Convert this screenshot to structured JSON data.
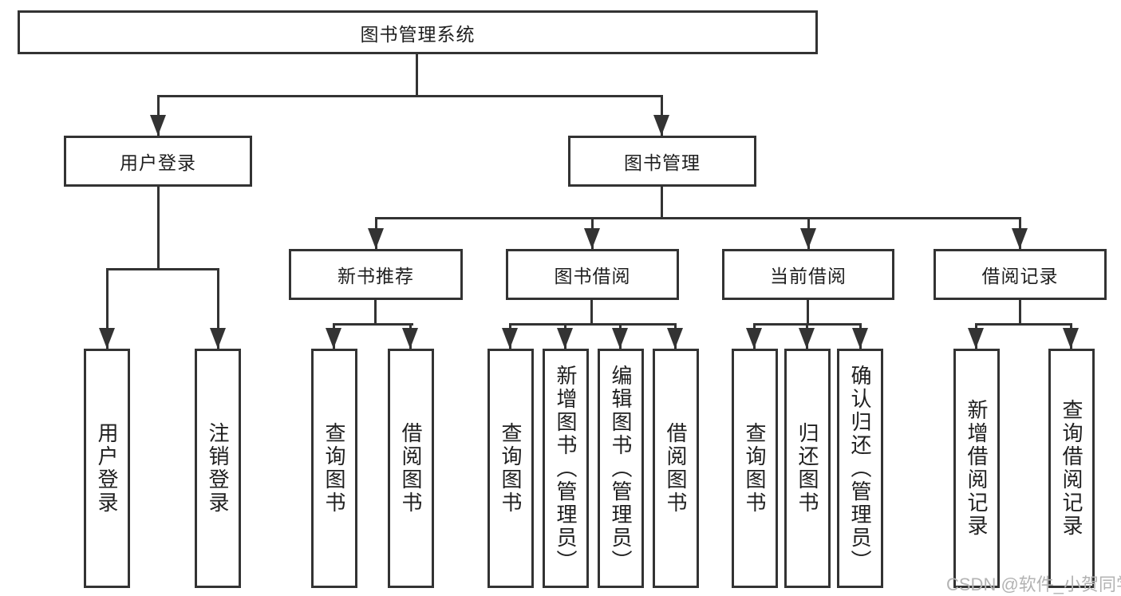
{
  "diagram_title": "图书管理系统",
  "tree": {
    "label": "图书管理系统",
    "children": [
      {
        "label": "用户登录",
        "children": [
          {
            "label": "用户登录"
          },
          {
            "label": "注销登录"
          }
        ]
      },
      {
        "label": "图书管理",
        "children": [
          {
            "label": "新书推荐",
            "children": [
              {
                "label": "查询图书"
              },
              {
                "label": "借阅图书"
              }
            ]
          },
          {
            "label": "图书借阅",
            "children": [
              {
                "label": "查询图书"
              },
              {
                "label": "新增图书（管理员）"
              },
              {
                "label": "编辑图书（管理员）"
              },
              {
                "label": "借阅图书"
              }
            ]
          },
          {
            "label": "当前借阅",
            "children": [
              {
                "label": "查询图书"
              },
              {
                "label": "归还图书"
              },
              {
                "label": "确认归还（管理员）"
              }
            ]
          },
          {
            "label": "借阅记录",
            "children": [
              {
                "label": "新增借阅记录"
              },
              {
                "label": "查询借阅记录"
              }
            ]
          }
        ]
      }
    ]
  },
  "watermark": "CSDN @软件_小贺同学",
  "colors": {
    "line": "#333333",
    "box_border": "#333333",
    "text": "#1f1f1f",
    "watermark": "#b3b3b3",
    "background": "#ffffff"
  }
}
